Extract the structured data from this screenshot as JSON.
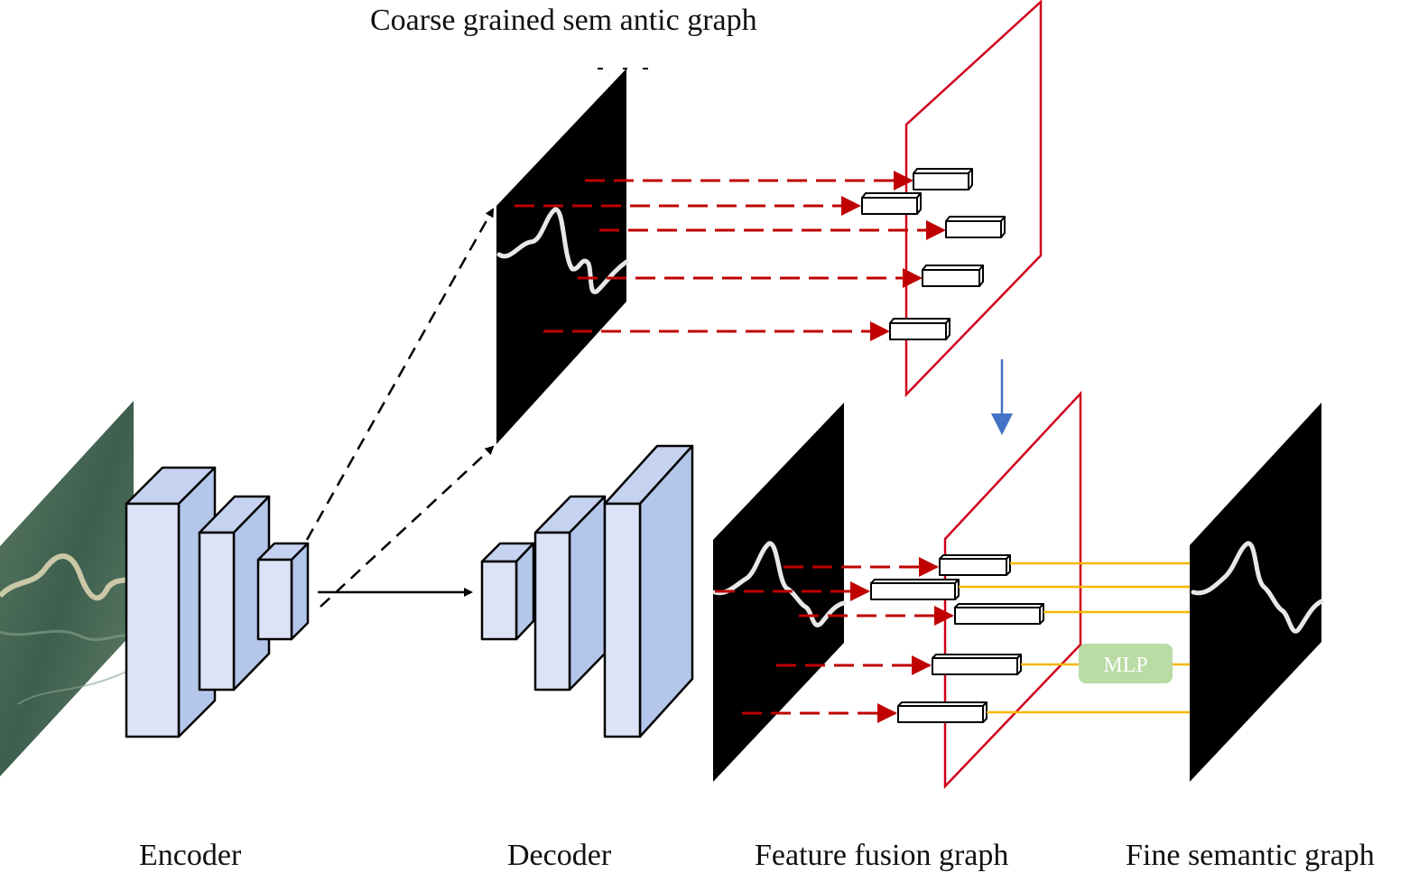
{
  "labels": {
    "coarse_title": "Coarse grained sem antic graph",
    "encoder": "Encoder",
    "decoder": "Decoder",
    "fusion": "Feature fusion graph",
    "fine": "Fine semantic graph",
    "mlp": "MLP"
  },
  "colors": {
    "block_front": "#dde3f6",
    "block_side": "#b4c6ea",
    "block_top": "#c6d3f0",
    "red_dashed": "#c00000",
    "red_plane": "#d0021b",
    "yellow_line": "#f5b800",
    "mlp_bg": "#b9dba4",
    "blue_arrow": "#4472c4"
  },
  "icons": {
    "input_image": "satellite-river-image",
    "semantic_map": "river-mask-image"
  }
}
